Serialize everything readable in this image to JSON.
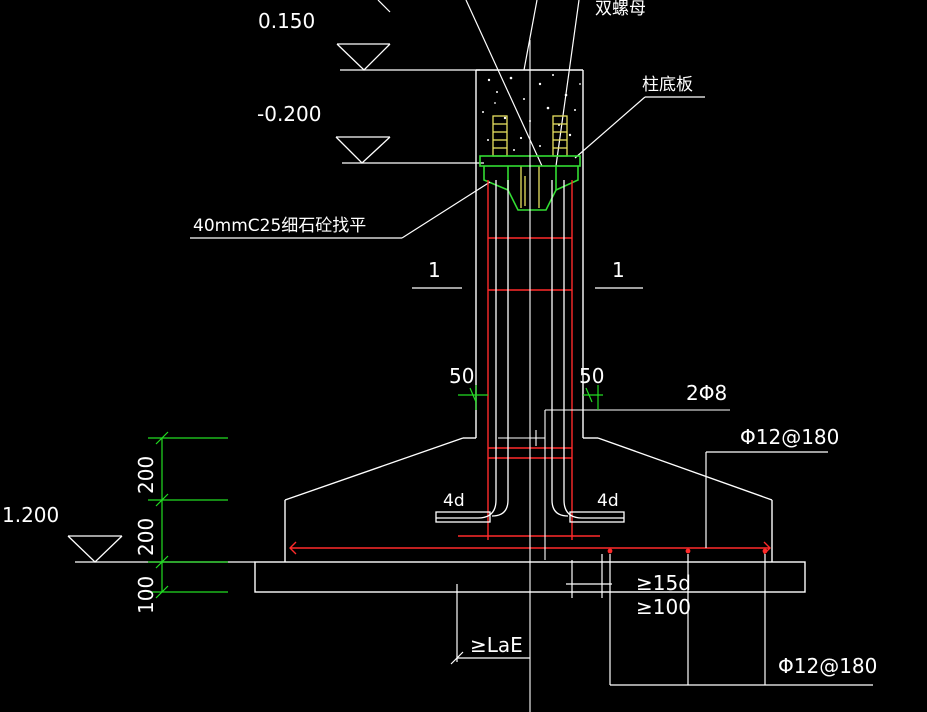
{
  "labels": {
    "elev_top": "0.150",
    "elev_mid": "-0.200",
    "elev_bottom": "1.200",
    "double_nut": "双螺母",
    "base_plate": "柱底板",
    "grout": "40mmC25细石砼找平",
    "section_left": "1",
    "section_right": "1",
    "cover_left": "50",
    "cover_right": "50",
    "stirrup": "2Φ8",
    "rebar_top": "Φ12@180",
    "rebar_bottom": "Φ12@180",
    "hook_left": "4d",
    "hook_right": "4d",
    "anchor_15d": "≥15d",
    "anchor_100": "≥100",
    "lae": "≥LaE",
    "dim_200_top": "200",
    "dim_200_mid": "200",
    "dim_100": "100"
  },
  "colors": {
    "background": "#000000",
    "outline": "#ffffff",
    "rebar": "#ff2a2a",
    "dimension": "#22dd22",
    "plate": "#33dd33",
    "bolt": "#e8e060"
  }
}
